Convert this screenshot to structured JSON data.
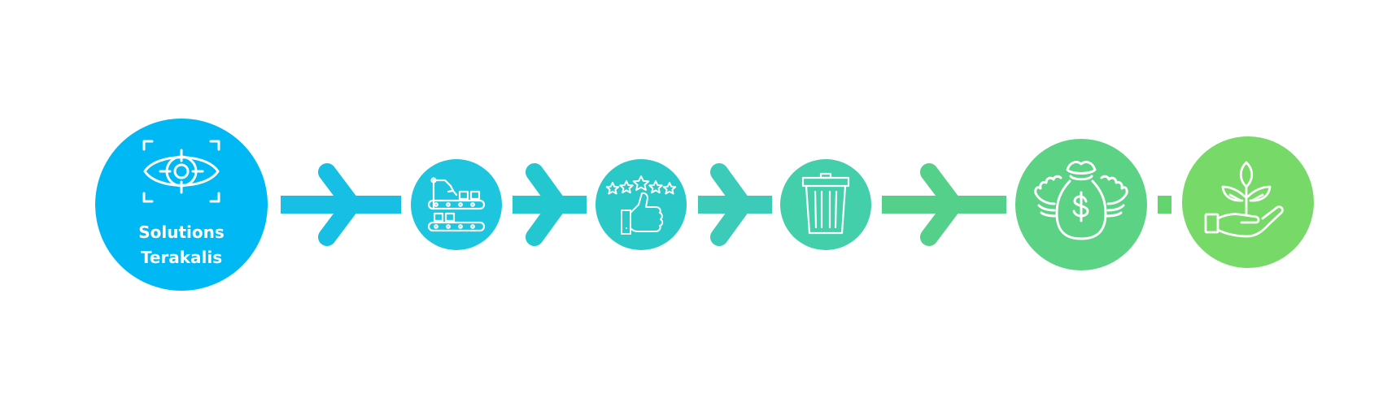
{
  "diagram": {
    "nodes": [
      {
        "id": "solutions-terakalis",
        "label_lines": [
          "Solutions",
          "Terakalis"
        ],
        "icon": "eye-target-icon",
        "color": "#00b8f3"
      },
      {
        "id": "production-line",
        "icon": "conveyor-robot-icon",
        "color": "#1ec5de"
      },
      {
        "id": "approval-rating",
        "icon": "thumbs-up-stars-icon",
        "color": "#2bc8c8"
      },
      {
        "id": "waste",
        "icon": "trash-can-icon",
        "color": "#43cfaa"
      },
      {
        "id": "savings",
        "icon": "money-bag-wings-icon",
        "color": "#5bd284"
      },
      {
        "id": "sustainability",
        "icon": "hand-plant-icon",
        "color": "#77d968"
      }
    ],
    "connectors": [
      {
        "from": "solutions-terakalis",
        "to": "production-line",
        "type": "arrow",
        "color": "#16bfe3"
      },
      {
        "from": "production-line",
        "to": "approval-rating",
        "type": "arrow",
        "color": "#23c7d0"
      },
      {
        "from": "approval-rating",
        "to": "waste",
        "type": "arrow",
        "color": "#3ccbb8"
      },
      {
        "from": "waste",
        "to": "savings",
        "type": "arrow",
        "color": "#55d08b"
      },
      {
        "from": "savings",
        "to": "sustainability",
        "type": "line",
        "color": "#62d56f"
      }
    ]
  }
}
